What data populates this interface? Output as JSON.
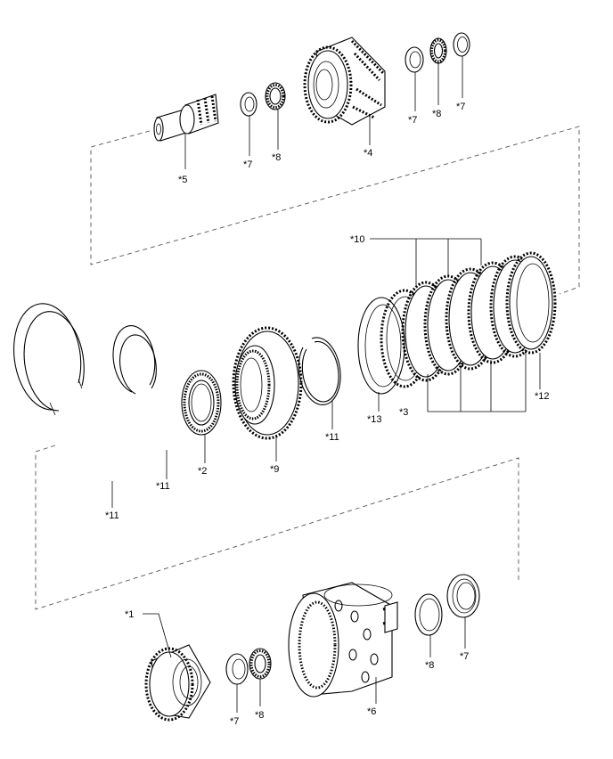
{
  "labels": {
    "l5": "*5",
    "l7a": "*7",
    "l8a": "*8",
    "l4": "*4",
    "l7b": "*7",
    "l8b": "*8",
    "l7c": "*7",
    "l10": "*10",
    "l11a": "*11",
    "l2": "*2",
    "l9": "*9",
    "l11b": "*11",
    "l13": "*13",
    "l3": "*3",
    "l12": "*12",
    "l11c": "*11",
    "l1": "*1",
    "l7d": "*7",
    "l8c": "*8",
    "l6": "*6",
    "l8d": "*8",
    "l7e": "*7"
  }
}
